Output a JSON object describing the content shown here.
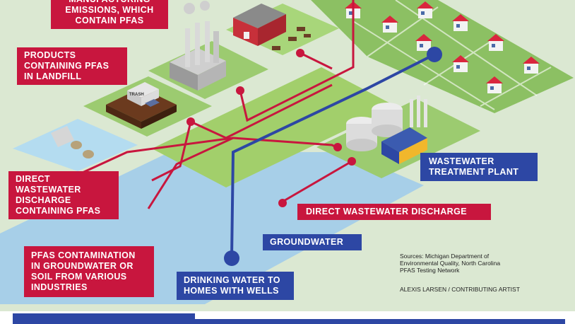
{
  "labels": {
    "manufacturing": "MANUFACTURING\nEMISSIONS, WHICH\nCONTAIN PFAS",
    "landfill": "PRODUCTS\nCONTAINING PFAS\nIN LANDFILL",
    "direct_discharge_pfas": "DIRECT\nWASTEWATER\nDISCHARGE\nCONTAINING PFAS",
    "contamination": "PFAS CONTAMINATION\nIN GROUNDWATER OR\nSOIL FROM VARIOUS\nINDUSTRIES",
    "drinking_water": "DRINKING WATER TO\nHOMES WITH WELLS",
    "groundwater": "GROUNDWATER",
    "direct_discharge": "DIRECT WASTEWATER DISCHARGE",
    "treatment_plant": "WASTEWATER\nTREATMENT PLANT",
    "truck_text": "TRASH"
  },
  "sources": "Sources: Michigan Department of\nEnvironmental Quality, North Carolina\nPFAS Testing Network",
  "credit": "ALEXIS LARSEN / CONTRIBUTING ARTIST",
  "colors": {
    "red": "#c8163e",
    "blue": "#2d47a4",
    "land": "#8cc063",
    "water": "#a7cfe8",
    "background": "#dbe8d2"
  }
}
